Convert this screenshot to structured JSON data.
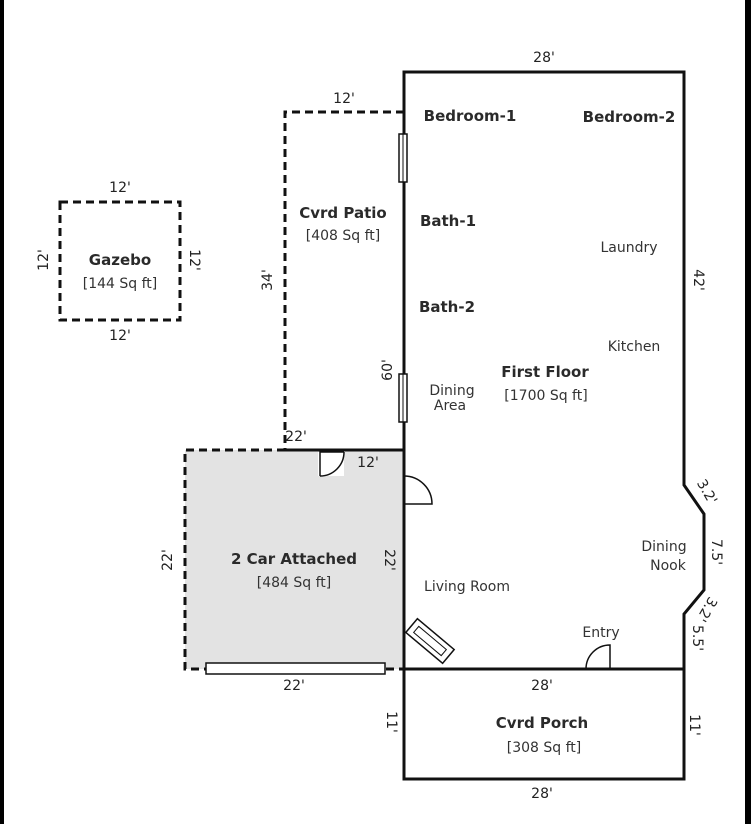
{
  "plan": {
    "colors": {
      "background": "#000000",
      "paper": "#ffffff",
      "wall": "#111111",
      "garage_fill": "#e3e3e3"
    },
    "rooms": {
      "gazebo_name": "Gazebo",
      "gazebo_area": "[144 Sq ft]",
      "patio_name": "Cvrd Patio",
      "patio_area": "[408 Sq ft]",
      "garage_name": "2 Car Attached",
      "garage_area": "[484 Sq ft]",
      "floor_name": "First Floor",
      "floor_area": "[1700 Sq ft]",
      "porch_name": "Cvrd Porch",
      "porch_area": "[308 Sq ft]",
      "bedroom1": "Bedroom-1",
      "bedroom2": "Bedroom-2",
      "bath1": "Bath-1",
      "bath2": "Bath-2",
      "laundry": "Laundry",
      "kitchen": "Kitchen",
      "dining_area_1": "Dining",
      "dining_area_2": "Area",
      "dining_nook_1": "Dining",
      "dining_nook_2": "Nook",
      "living_room": "Living Room",
      "entry": "Entry"
    },
    "dims": {
      "house_top": "28'",
      "house_right": "42'",
      "patio_top": "12'",
      "patio_left": "34'",
      "house_left_upper": "60'",
      "patio_bottom": "22'",
      "garage_top_inner": "12'",
      "garage_left": "22'",
      "garage_right": "22'",
      "garage_bottom": "22'",
      "gazebo_top": "12'",
      "gazebo_left": "12'",
      "gazebo_right": "12'",
      "gazebo_bottom": "12'",
      "bay_upper": "3.2'",
      "bay_mid": "7.5'",
      "bay_lower": "3.2'",
      "bay_right": "5.5'",
      "porch_top": "28'",
      "porch_left": "11'",
      "porch_right": "11'",
      "porch_bottom": "28'"
    }
  }
}
